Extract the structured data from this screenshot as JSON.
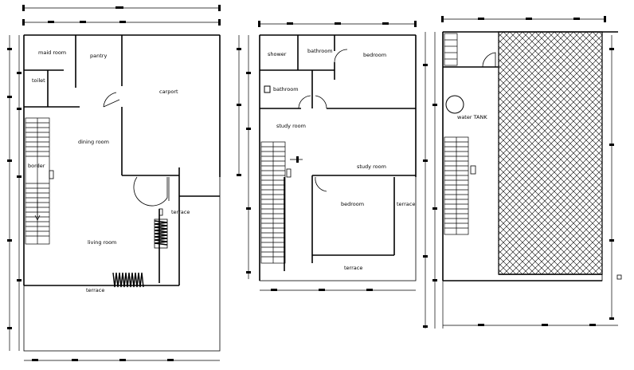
{
  "ground_floor": {
    "rooms": {
      "maid_room": "maid room",
      "pantry": "pantry",
      "toilet": "toilet",
      "carport": "carport",
      "dining_room": "dining room",
      "border": "border",
      "living_room": "living room",
      "terrace_side": "terrace",
      "terrace_front": "terrace"
    }
  },
  "first_floor": {
    "rooms": {
      "shower": "shower",
      "bathroom_top": "bathroom",
      "bedroom_top": "bedroom",
      "bathroom_mid": "bathroom",
      "study_room_left": "study room",
      "study_room_right": "study room",
      "bedroom_bottom": "bedroom",
      "terrace_side": "terrace",
      "terrace_bottom": "terrace"
    }
  },
  "roof": {
    "rooms": {
      "water_tank": "water TANK"
    }
  }
}
